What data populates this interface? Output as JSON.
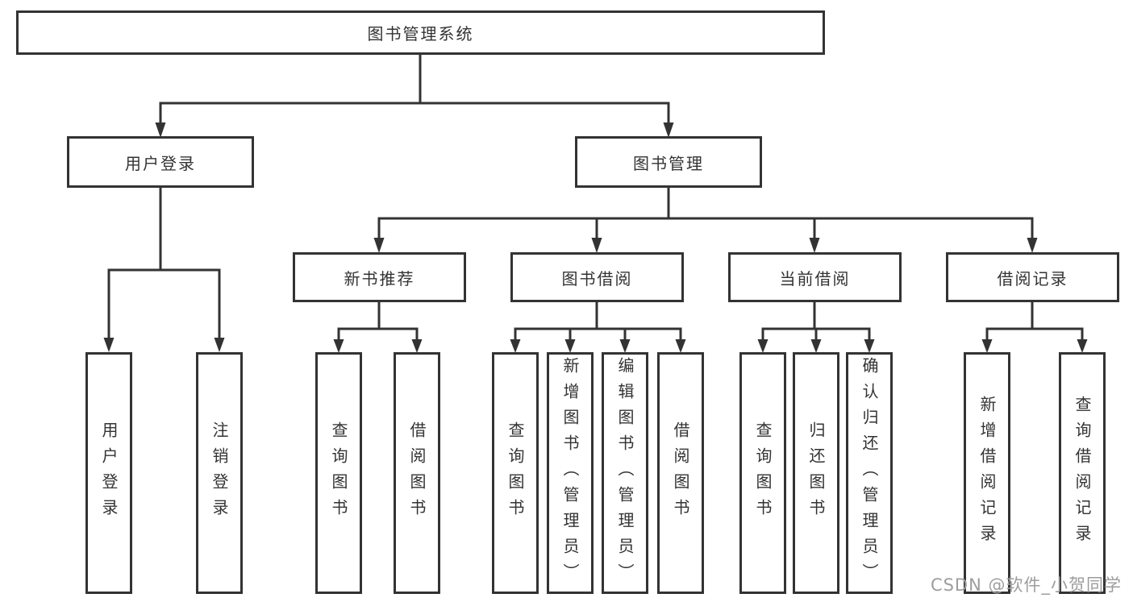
{
  "diagram": {
    "root": {
      "label": "图书管理系统"
    },
    "branches": [
      {
        "label": "用户登录",
        "children": [
          {
            "label": "用户登录"
          },
          {
            "label": "注销登录"
          }
        ]
      },
      {
        "label": "图书管理",
        "children": [
          {
            "label": "新书推荐",
            "children": [
              {
                "label": "查询图书"
              },
              {
                "label": "借阅图书"
              }
            ]
          },
          {
            "label": "图书借阅",
            "children": [
              {
                "label": "查询图书"
              },
              {
                "label": "新增图书（管理员）"
              },
              {
                "label": "编辑图书（管理员）"
              },
              {
                "label": "借阅图书"
              }
            ]
          },
          {
            "label": "当前借阅",
            "children": [
              {
                "label": "查询图书"
              },
              {
                "label": "归还图书"
              },
              {
                "label": "确认归还（管理员）"
              }
            ]
          },
          {
            "label": "借阅记录",
            "children": [
              {
                "label": "新增借阅记录"
              },
              {
                "label": "查询借阅记录"
              }
            ]
          }
        ]
      }
    ]
  },
  "watermark": {
    "text": "CSDN @软件_小贺同学"
  },
  "colors": {
    "line": "#333333",
    "text": "#333333",
    "watermark": "#9d9d9d",
    "background": "#ffffff"
  }
}
